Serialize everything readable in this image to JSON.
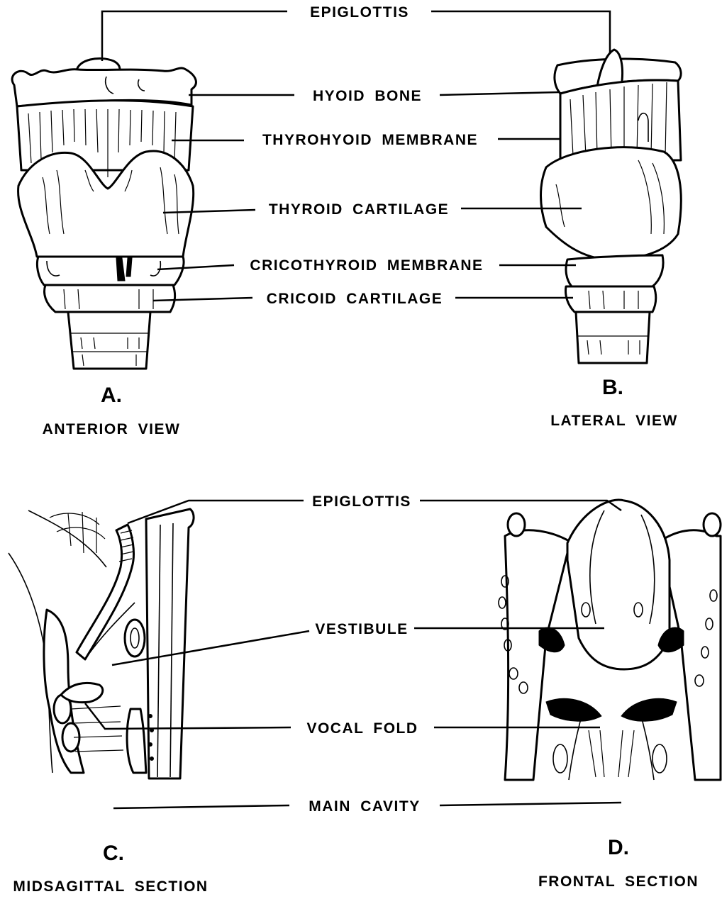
{
  "panels": {
    "a": {
      "letter": "A.",
      "caption": "ANTERIOR VIEW"
    },
    "b": {
      "letter": "B.",
      "caption": "LATERAL VIEW"
    },
    "c": {
      "letter": "C.",
      "caption": "MIDSAGITTAL SECTION"
    },
    "d": {
      "letter": "D.",
      "caption": "FRONTAL SECTION"
    }
  },
  "labels_top": {
    "epiglottis": "EPIGLOTTIS",
    "hyoid_bone": "HYOID BONE",
    "thyrohyoid_membrane": "THYROHYOID MEMBRANE",
    "thyroid_cartilage": "THYROID CARTILAGE",
    "cricothyroid_membrane": "CRICOTHYROID MEMBRANE",
    "cricoid_cartilage": "CRICOID CARTILAGE"
  },
  "labels_bottom": {
    "epiglottis": "EPIGLOTTIS",
    "vestibule": "VESTIBULE",
    "vocal_fold": "VOCAL FOLD",
    "main_cavity": "MAIN CAVITY"
  }
}
